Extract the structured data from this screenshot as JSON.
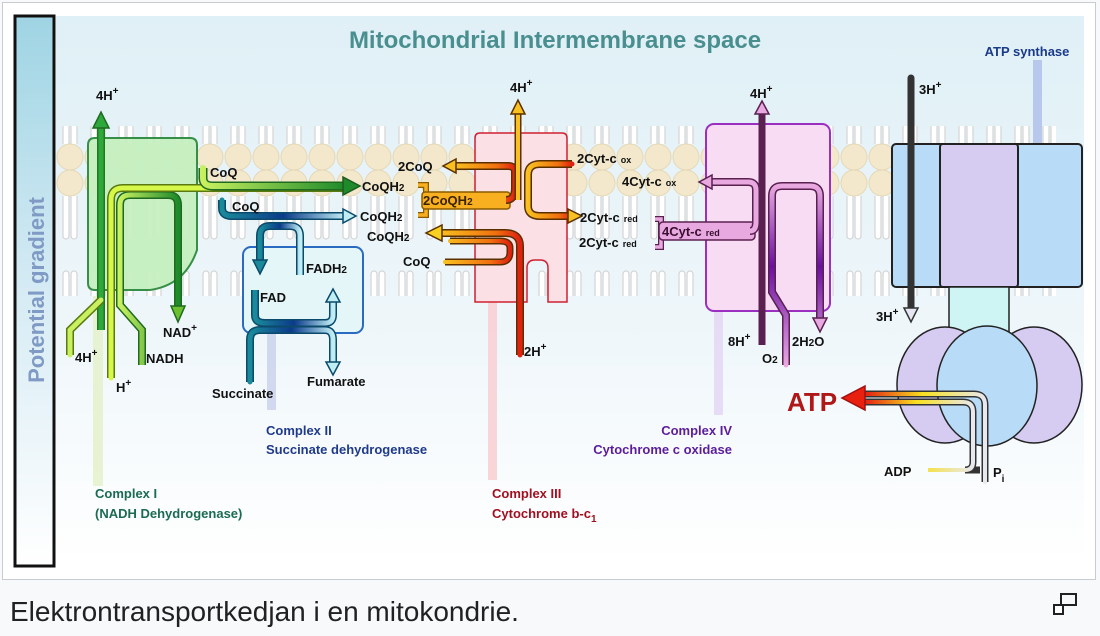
{
  "diagram": {
    "title": "Mitochondrial Intermembrane space",
    "side_label": "Potential gradient",
    "complexes": {
      "complex1": {
        "name": "Complex I",
        "subtitle": "(NADH Dehydrogenase)",
        "color": "#1a6b52"
      },
      "complex2": {
        "name": "Complex II",
        "subtitle": "Succinate dehydrogenase",
        "color": "#1f3a8a"
      },
      "complex3": {
        "name": "Complex III",
        "subtitle": "Cytochrome b-c",
        "subscript": "1",
        "color": "#a01020"
      },
      "complex4": {
        "name": "Complex IV",
        "subtitle": "Cytochrome c oxidase",
        "color": "#5b1d9a"
      },
      "atp_synthase": {
        "name": "ATP synthase",
        "color": "#1f3a8a"
      }
    },
    "labels": {
      "c1_top_h": "4H",
      "c1_bottom_4h": "4H",
      "c1_bottom_h": "H",
      "nadh": "NADH",
      "nad": "NAD",
      "coq1": "CoQ",
      "coq2": "CoQ",
      "coqh2_a": "CoQH",
      "coqh2_b": "CoQH",
      "coqh2_c": "CoQH",
      "two_coqh2": "2CoQH",
      "two_coq": "2CoQ",
      "coq3": "CoQ",
      "fadh2": "FADH",
      "fad": "FAD",
      "succinate": "Succinate",
      "fumarate": "Fumarate",
      "c3_top_h": "4H",
      "c3_bottom_h": "2H",
      "cyt_2ox": "2Cyt-c",
      "cyt_2red_a": "2Cyt-c",
      "cyt_2red_b": "2Cyt-c",
      "cyt_4ox": "4Cyt-c",
      "cyt_4red": "4Cyt-c",
      "sub_ox": "ox",
      "sub_red": "red",
      "c4_top_h": "4H",
      "c4_bottom_h": "8H",
      "o2": "O",
      "h2o": "2H",
      "h2o_tail": "O",
      "atp_top_h": "3H",
      "atp_bottom_h": "3H",
      "atp": "ATP",
      "adp": "ADP",
      "pi": "P",
      "pi_sub": "i",
      "two": "2",
      "plus": "+"
    }
  },
  "caption": "Elektrontransportkedjan i en mitokondrie.",
  "enlarge_icon": "enlarge-icon"
}
